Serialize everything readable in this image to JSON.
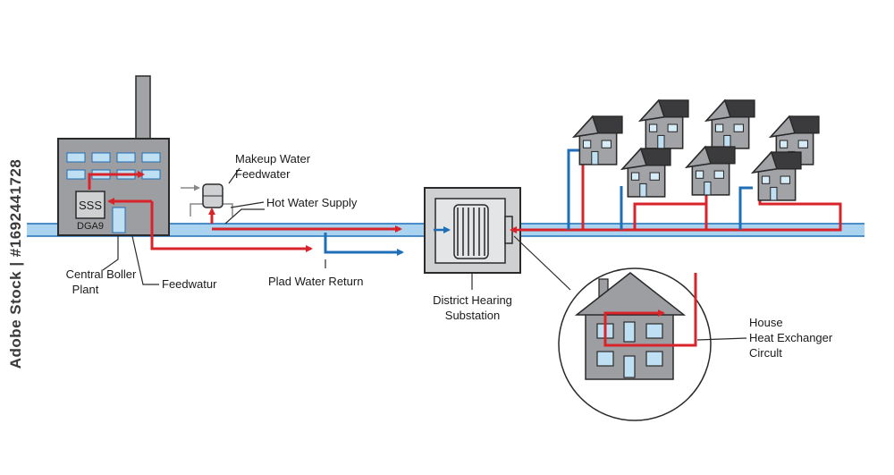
{
  "labels": {
    "makeup_water": "Makeup Water",
    "feedwater_top": "Feedwater",
    "hot_water_supply": "Hot Water Supply",
    "central_boiler_1": "Central Boller",
    "central_boiler_2": "Plant",
    "feedwater_bottom": "Feedwatur",
    "water_return": "Plad Water Return",
    "substation_1": "District Hearing",
    "substation_2": "Substation",
    "house_1": "House",
    "house_2": "Heat Exchanger",
    "house_3": "Circult",
    "boiler_glyph": "SSS",
    "boiler_code": "DGA9"
  },
  "watermark_side": "Adobe Stock | #1692441728",
  "colors": {
    "hot": "#d8232a",
    "cold": "#1f6fb8",
    "pipe": "#a9d3ee",
    "building": "#9d9ea1",
    "outline": "#2a2a2a",
    "roof": "#3b3b3d"
  },
  "icons": [
    "factory-icon",
    "chimney-icon",
    "boiler-icon",
    "valve-icon",
    "heat-exchanger-icon",
    "house-icon"
  ]
}
